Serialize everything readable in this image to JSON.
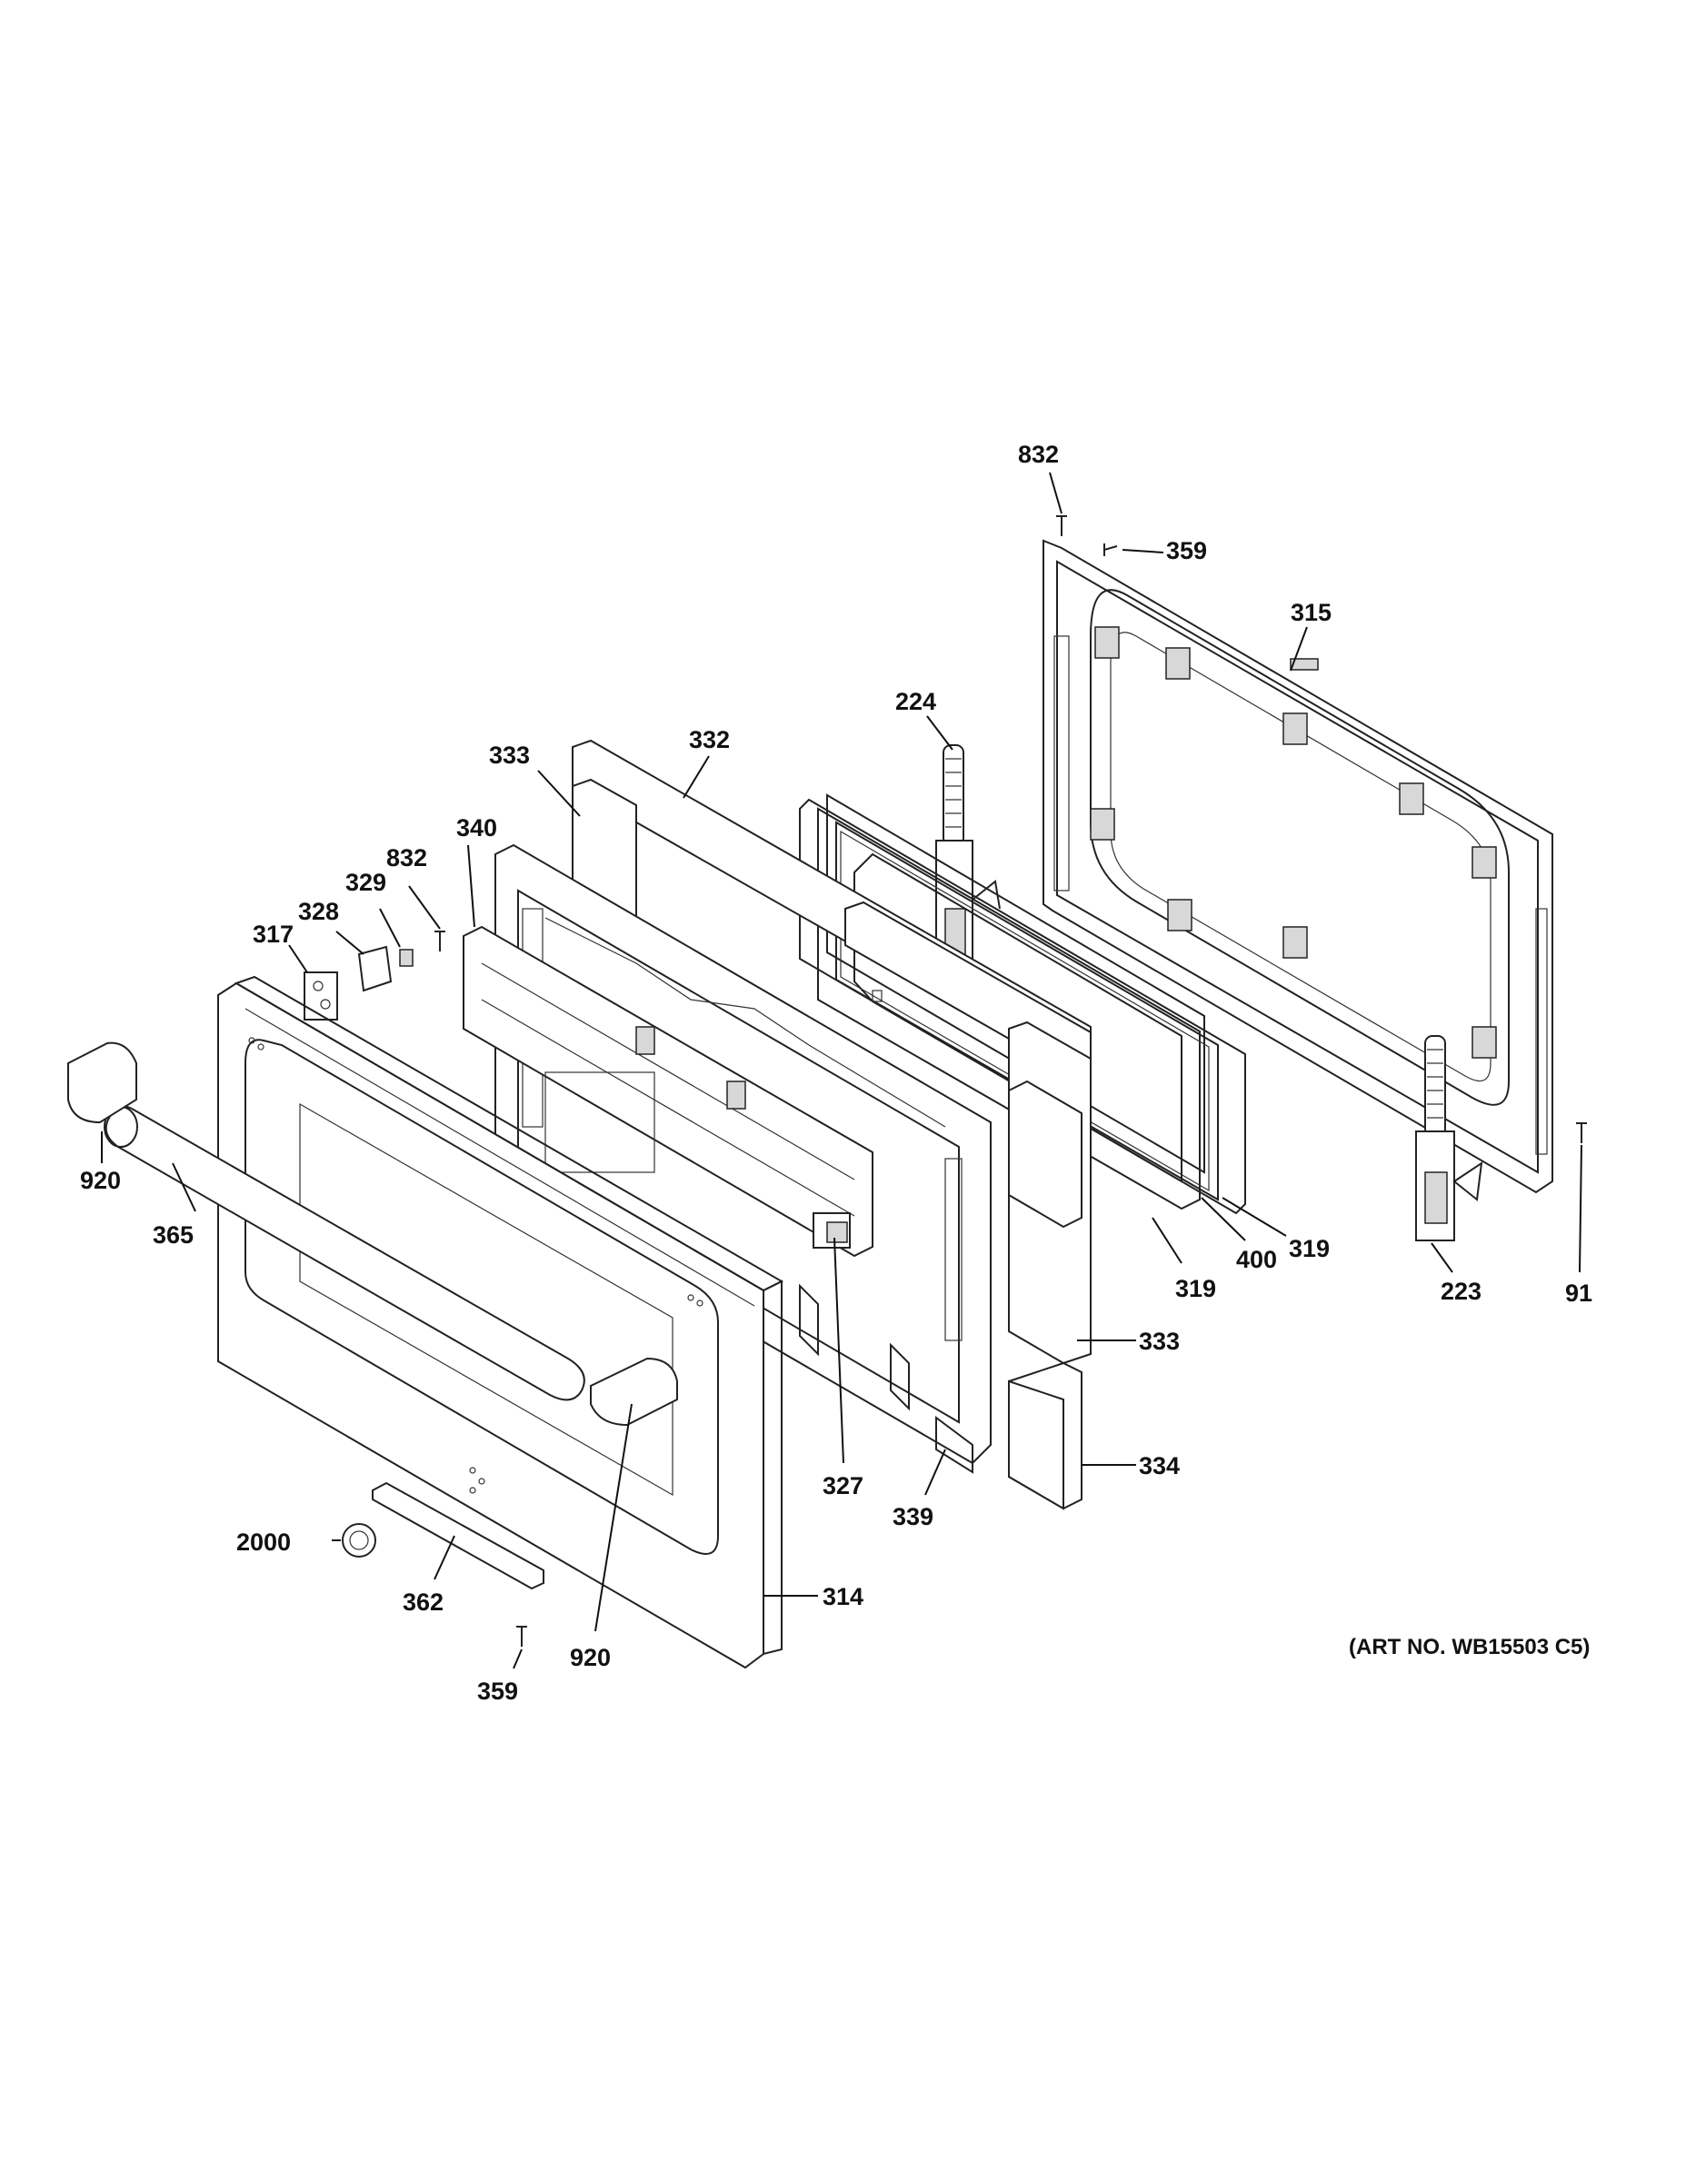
{
  "diagram": {
    "art_number": "(ART NO. WB15503 C5)",
    "callouts": {
      "c832_top": "832",
      "c359_top": "359",
      "c315": "315",
      "c224": "224",
      "c332": "332",
      "c333_top": "333",
      "c340": "340",
      "c832_mid": "832",
      "c329": "329",
      "c328": "328",
      "c317": "317",
      "c920_left": "920",
      "c365": "365",
      "c319_right": "319",
      "c400": "400",
      "c319_left": "319",
      "c223": "223",
      "c91": "91",
      "c333_bottom": "333",
      "c334": "334",
      "c327": "327",
      "c339": "339",
      "c2000": "2000",
      "c362": "362",
      "c314": "314",
      "c920_bottom": "920",
      "c359_bottom": "359"
    }
  }
}
